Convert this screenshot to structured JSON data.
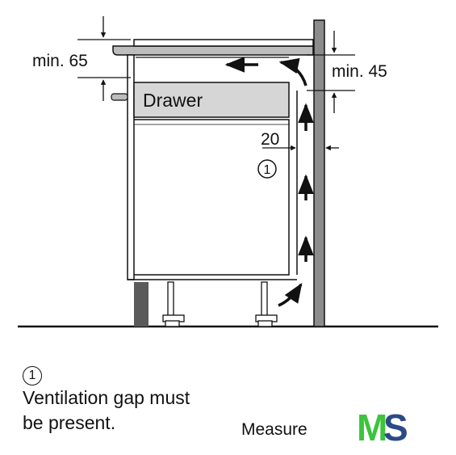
{
  "labels": {
    "drawer": "Drawer",
    "min_top": "min. 65",
    "min_right": "min. 45",
    "gap_value": "20",
    "callout_number": "1"
  },
  "note": {
    "number": "1",
    "line1": "Ventilation gap must",
    "line2": "be present."
  },
  "footer": {
    "measure_text": "Measure",
    "logo_m": "M",
    "logo_s": "S"
  },
  "colors": {
    "line": "#111111",
    "wall": "#8c8c8c",
    "worktop": "#bdbdbd",
    "drawer": "#d6d6d6",
    "plinth": "#5a5a5a",
    "logo_m": "#3cc43c",
    "logo_s": "#2b4a86"
  }
}
